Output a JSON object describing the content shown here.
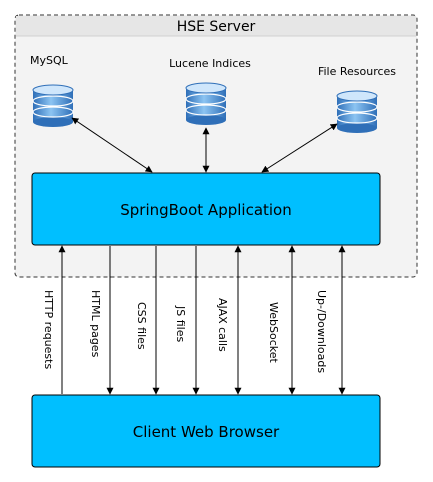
{
  "server": {
    "title": "HSE Server"
  },
  "stores": [
    {
      "id": "mysql",
      "label": "MySQL"
    },
    {
      "id": "lucene",
      "label": "Lucene Indices"
    },
    {
      "id": "files",
      "label": "File Resources"
    }
  ],
  "app": {
    "label": "SpringBoot Application"
  },
  "browser": {
    "label": "Client Web Browser"
  },
  "connections": [
    {
      "label": "HTTP requests",
      "direction": "up"
    },
    {
      "label": "HTML pages",
      "direction": "down"
    },
    {
      "label": "CSS files",
      "direction": "down"
    },
    {
      "label": "JS files",
      "direction": "down"
    },
    {
      "label": "AJAX calls",
      "direction": "both"
    },
    {
      "label": "WebSocket",
      "direction": "both"
    },
    {
      "label": "Up-/Downloads",
      "direction": "both"
    }
  ],
  "colors": {
    "box_fill": "#00bfff",
    "server_fill": "#f3f3f3",
    "server_header": "#e6e6e6",
    "db_blue": "#4a90d9"
  }
}
